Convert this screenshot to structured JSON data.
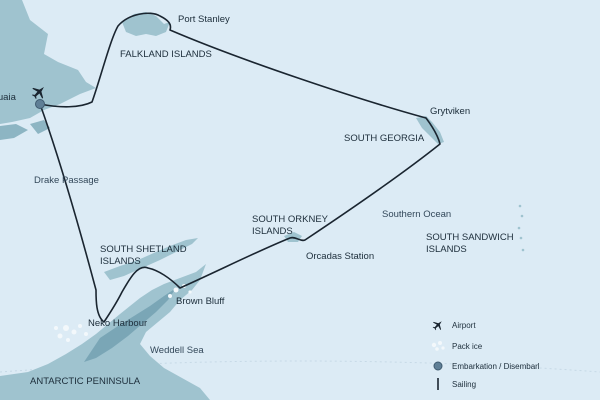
{
  "colors": {
    "sea": "#dcebf5",
    "land": "#9fc3cf",
    "land_dark": "#7aa6b6",
    "ice": "#f3f8fb",
    "route": "#1a2530",
    "marker": "#5f7f96"
  },
  "labels": {
    "ushuaia": "Ushuaia",
    "port_stanley": "Port Stanley",
    "falkland_islands": "FALKLAND ISLANDS",
    "grytviken": "Grytviken",
    "south_georgia": "SOUTH GEORGIA",
    "drake_passage": "Drake Passage",
    "southern_ocean": "Southern Ocean",
    "south_orkney_1": "SOUTH ORKNEY",
    "south_orkney_2": "ISLANDS",
    "orcadas_station": "Orcadas Station",
    "south_sandwich_1": "SOUTH SANDWICH",
    "south_sandwich_2": "ISLANDS",
    "south_shetland_1": "SOUTH SHETLAND",
    "south_shetland_2": "ISLANDS",
    "brown_bluff": "Brown Bluff",
    "neko_harbour": "Neko Harbour",
    "weddell_sea": "Weddell Sea",
    "antarctic_peninsula": "ANTARCTIC PENINSULA"
  },
  "legend": {
    "airport": "Airport",
    "pack_ice": "Pack ice",
    "embarkation": "Embarkation / Disembarl",
    "sailing": "Sailing"
  },
  "icons": {
    "airport": "airplane-icon",
    "pack_ice": "pack-ice-icon",
    "embarkation": "embarkation-marker-icon",
    "sailing": "sailing-line-icon"
  }
}
